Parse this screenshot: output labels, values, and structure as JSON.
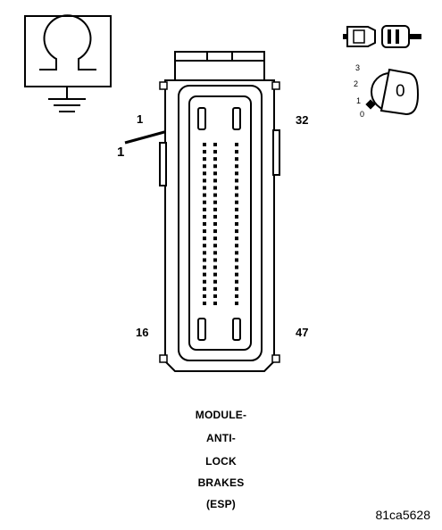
{
  "icons": {
    "meter": "ohmmeter-ground-icon",
    "connector": "connector-unplugged-icon",
    "ignition": "ignition-key-off-icon"
  },
  "ignition": {
    "key_label": "0",
    "positions": [
      "3",
      "2",
      "1",
      "0"
    ]
  },
  "connector": {
    "pin_labels": {
      "top_left": "1",
      "top_right": "32",
      "bottom_left": "16",
      "bottom_right": "47"
    },
    "callout": "1",
    "left_column_pins": 23,
    "right_column_pins": 23
  },
  "caption": {
    "lines": [
      "MODULE-",
      "ANTI-",
      "LOCK",
      "BRAKES",
      "(ESP)"
    ]
  },
  "figure_id": "81ca5628"
}
